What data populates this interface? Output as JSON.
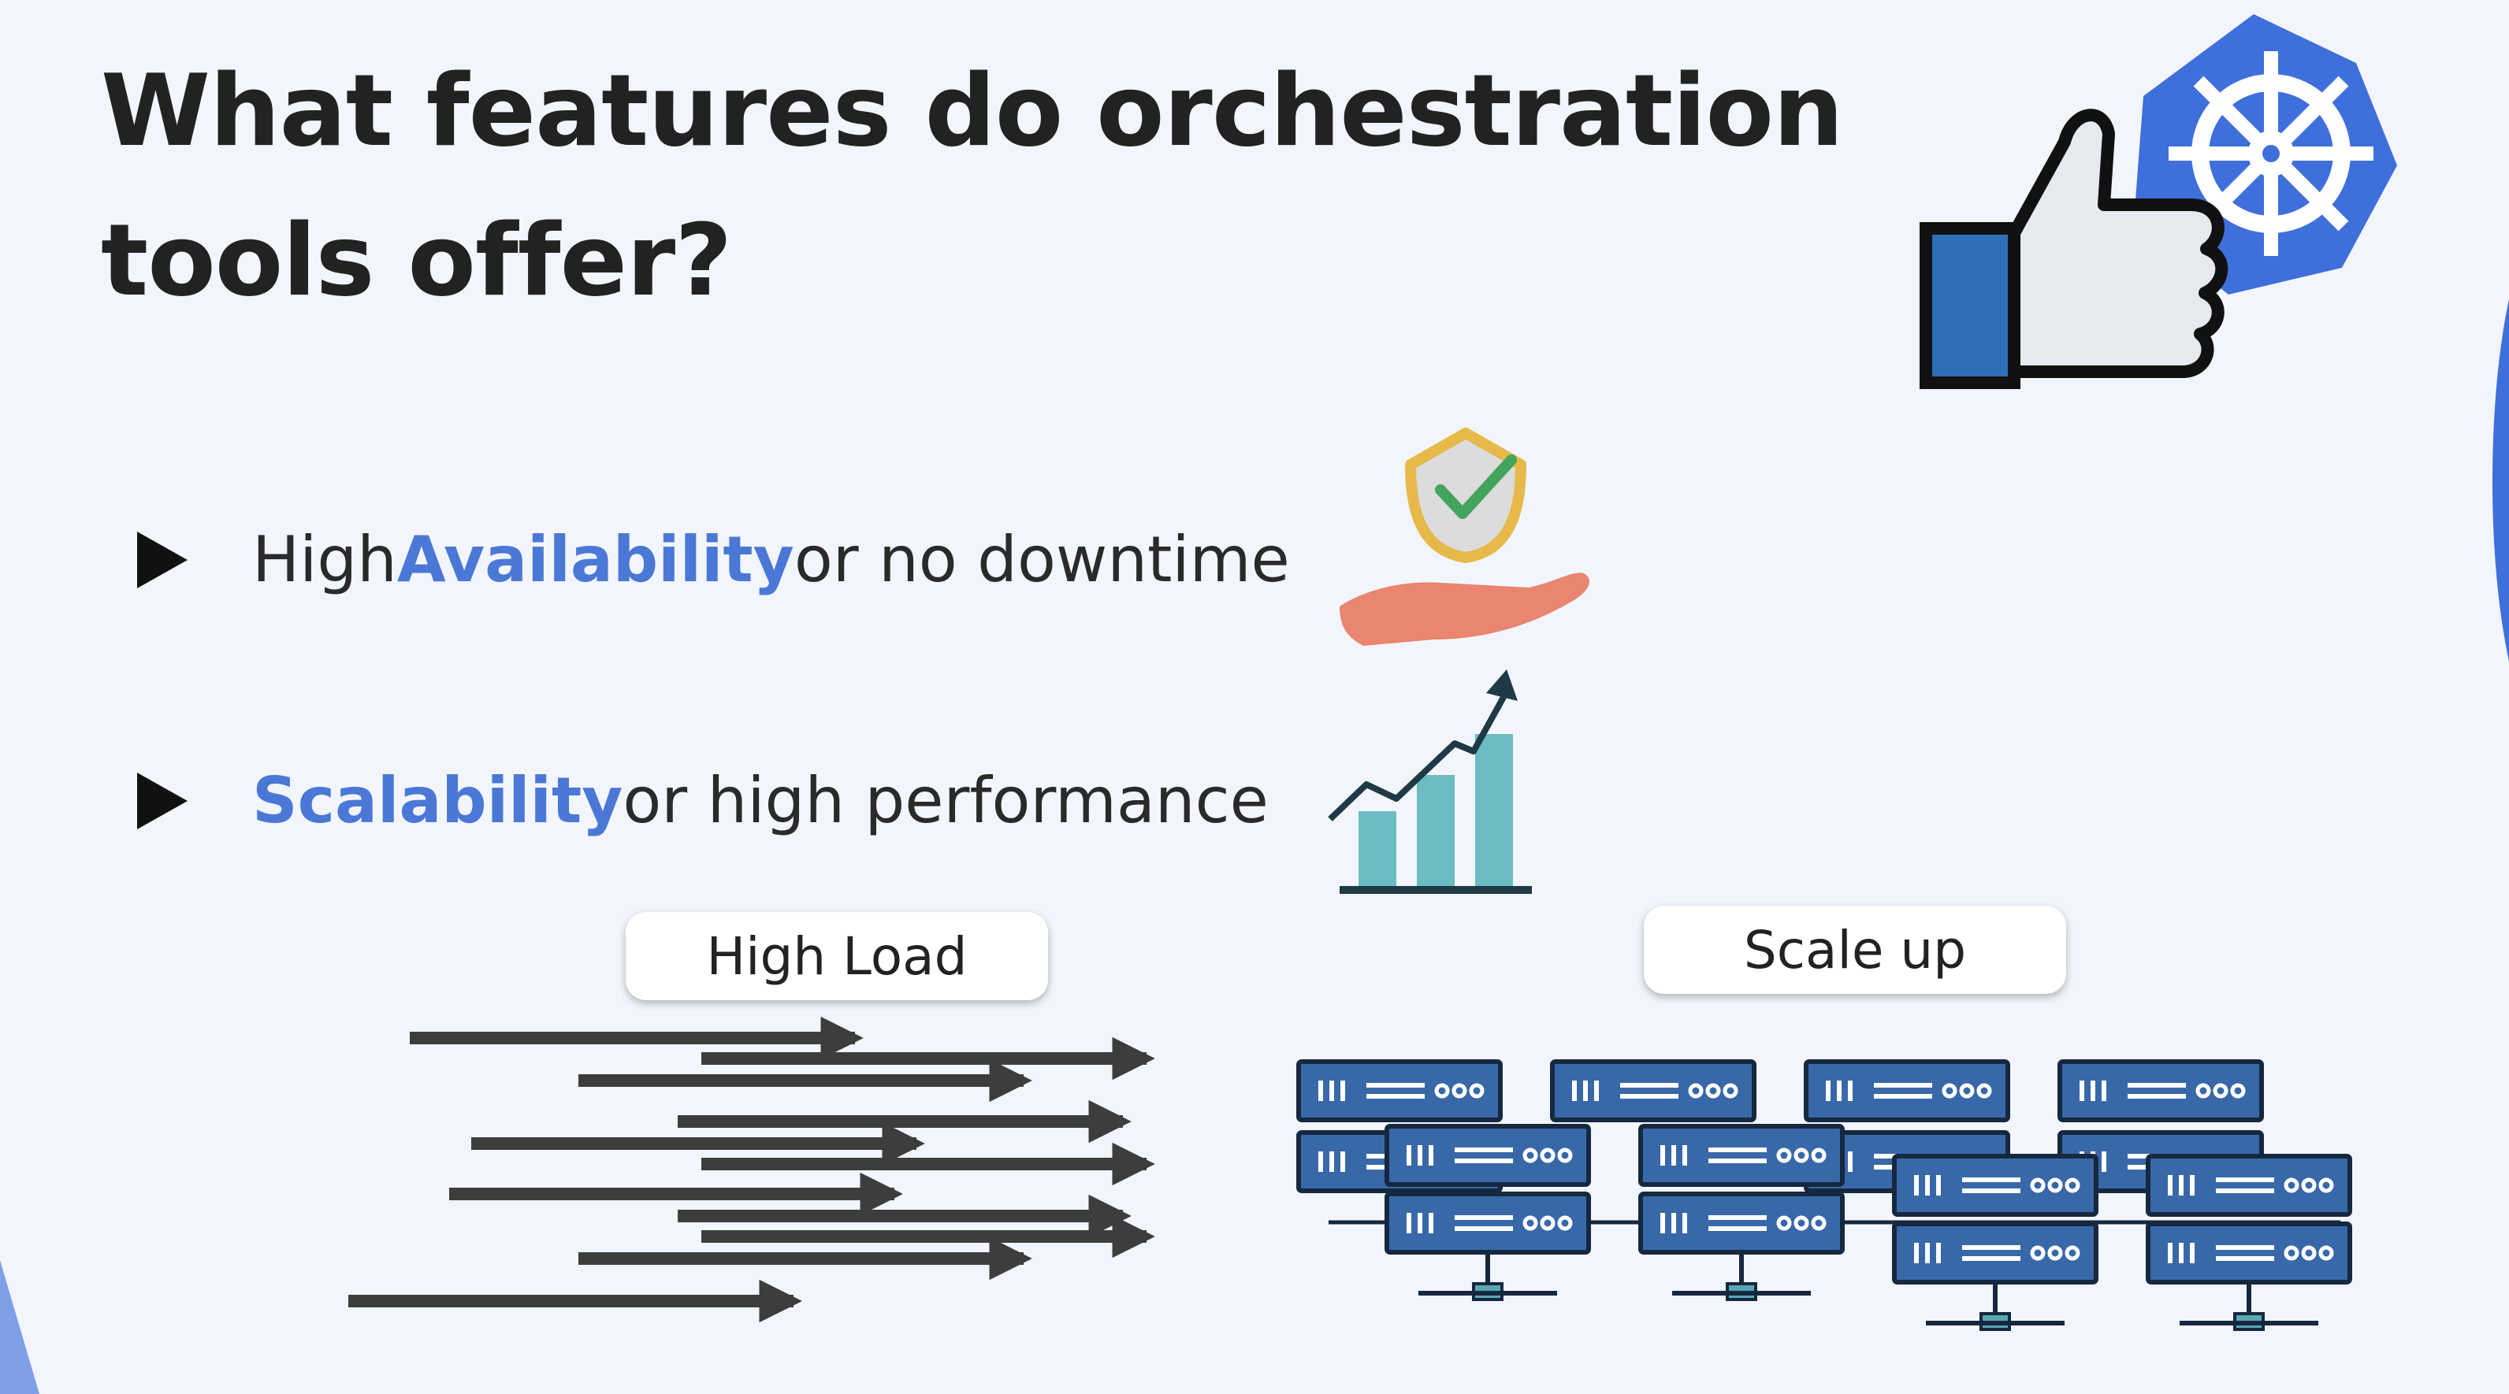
{
  "slide": {
    "title_line1": "What features do orchestration",
    "title_line2": "tools offer?",
    "bullets": [
      {
        "highlight": "Availability",
        "before": "High ",
        "after": " or no downtime"
      },
      {
        "highlight": "Scalability",
        "before": "",
        "after": " or high performance"
      }
    ],
    "labels": {
      "high_load": "High Load",
      "scale_up": "Scale up"
    }
  },
  "colors": {
    "accent": "#4b78d6",
    "kubernetes_blue": "#3f6fdb",
    "server_blue": "#3868a8",
    "chart_teal": "#6cbcc4",
    "hand_salmon": "#e98570",
    "shield_gold": "#e6b94a",
    "check_green": "#44a35d"
  },
  "icons": [
    "thumbs-up-icon",
    "kubernetes-helm-icon",
    "shield-hand-icon",
    "growth-chart-icon",
    "arrows-icon",
    "server-rack-icon"
  ]
}
